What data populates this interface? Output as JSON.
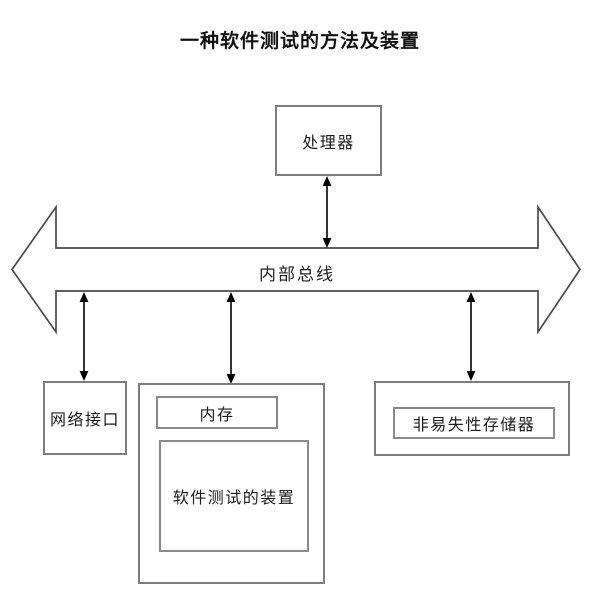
{
  "title": "一种软件测试的方法及装置",
  "diagram": {
    "bus_label": "内部总线",
    "nodes": {
      "processor": "处理器",
      "network_interface": "网络接口",
      "memory": "内存",
      "software_testing_device": "软件测试的装置",
      "nonvolatile_memory": "非易失性存储器"
    }
  },
  "colors": {
    "background": "#ffffff",
    "box_border": "#7d7d7d",
    "bus_outline": "#4a4a4a",
    "small_arrow": "#000000",
    "text": "#1c1c1c"
  }
}
